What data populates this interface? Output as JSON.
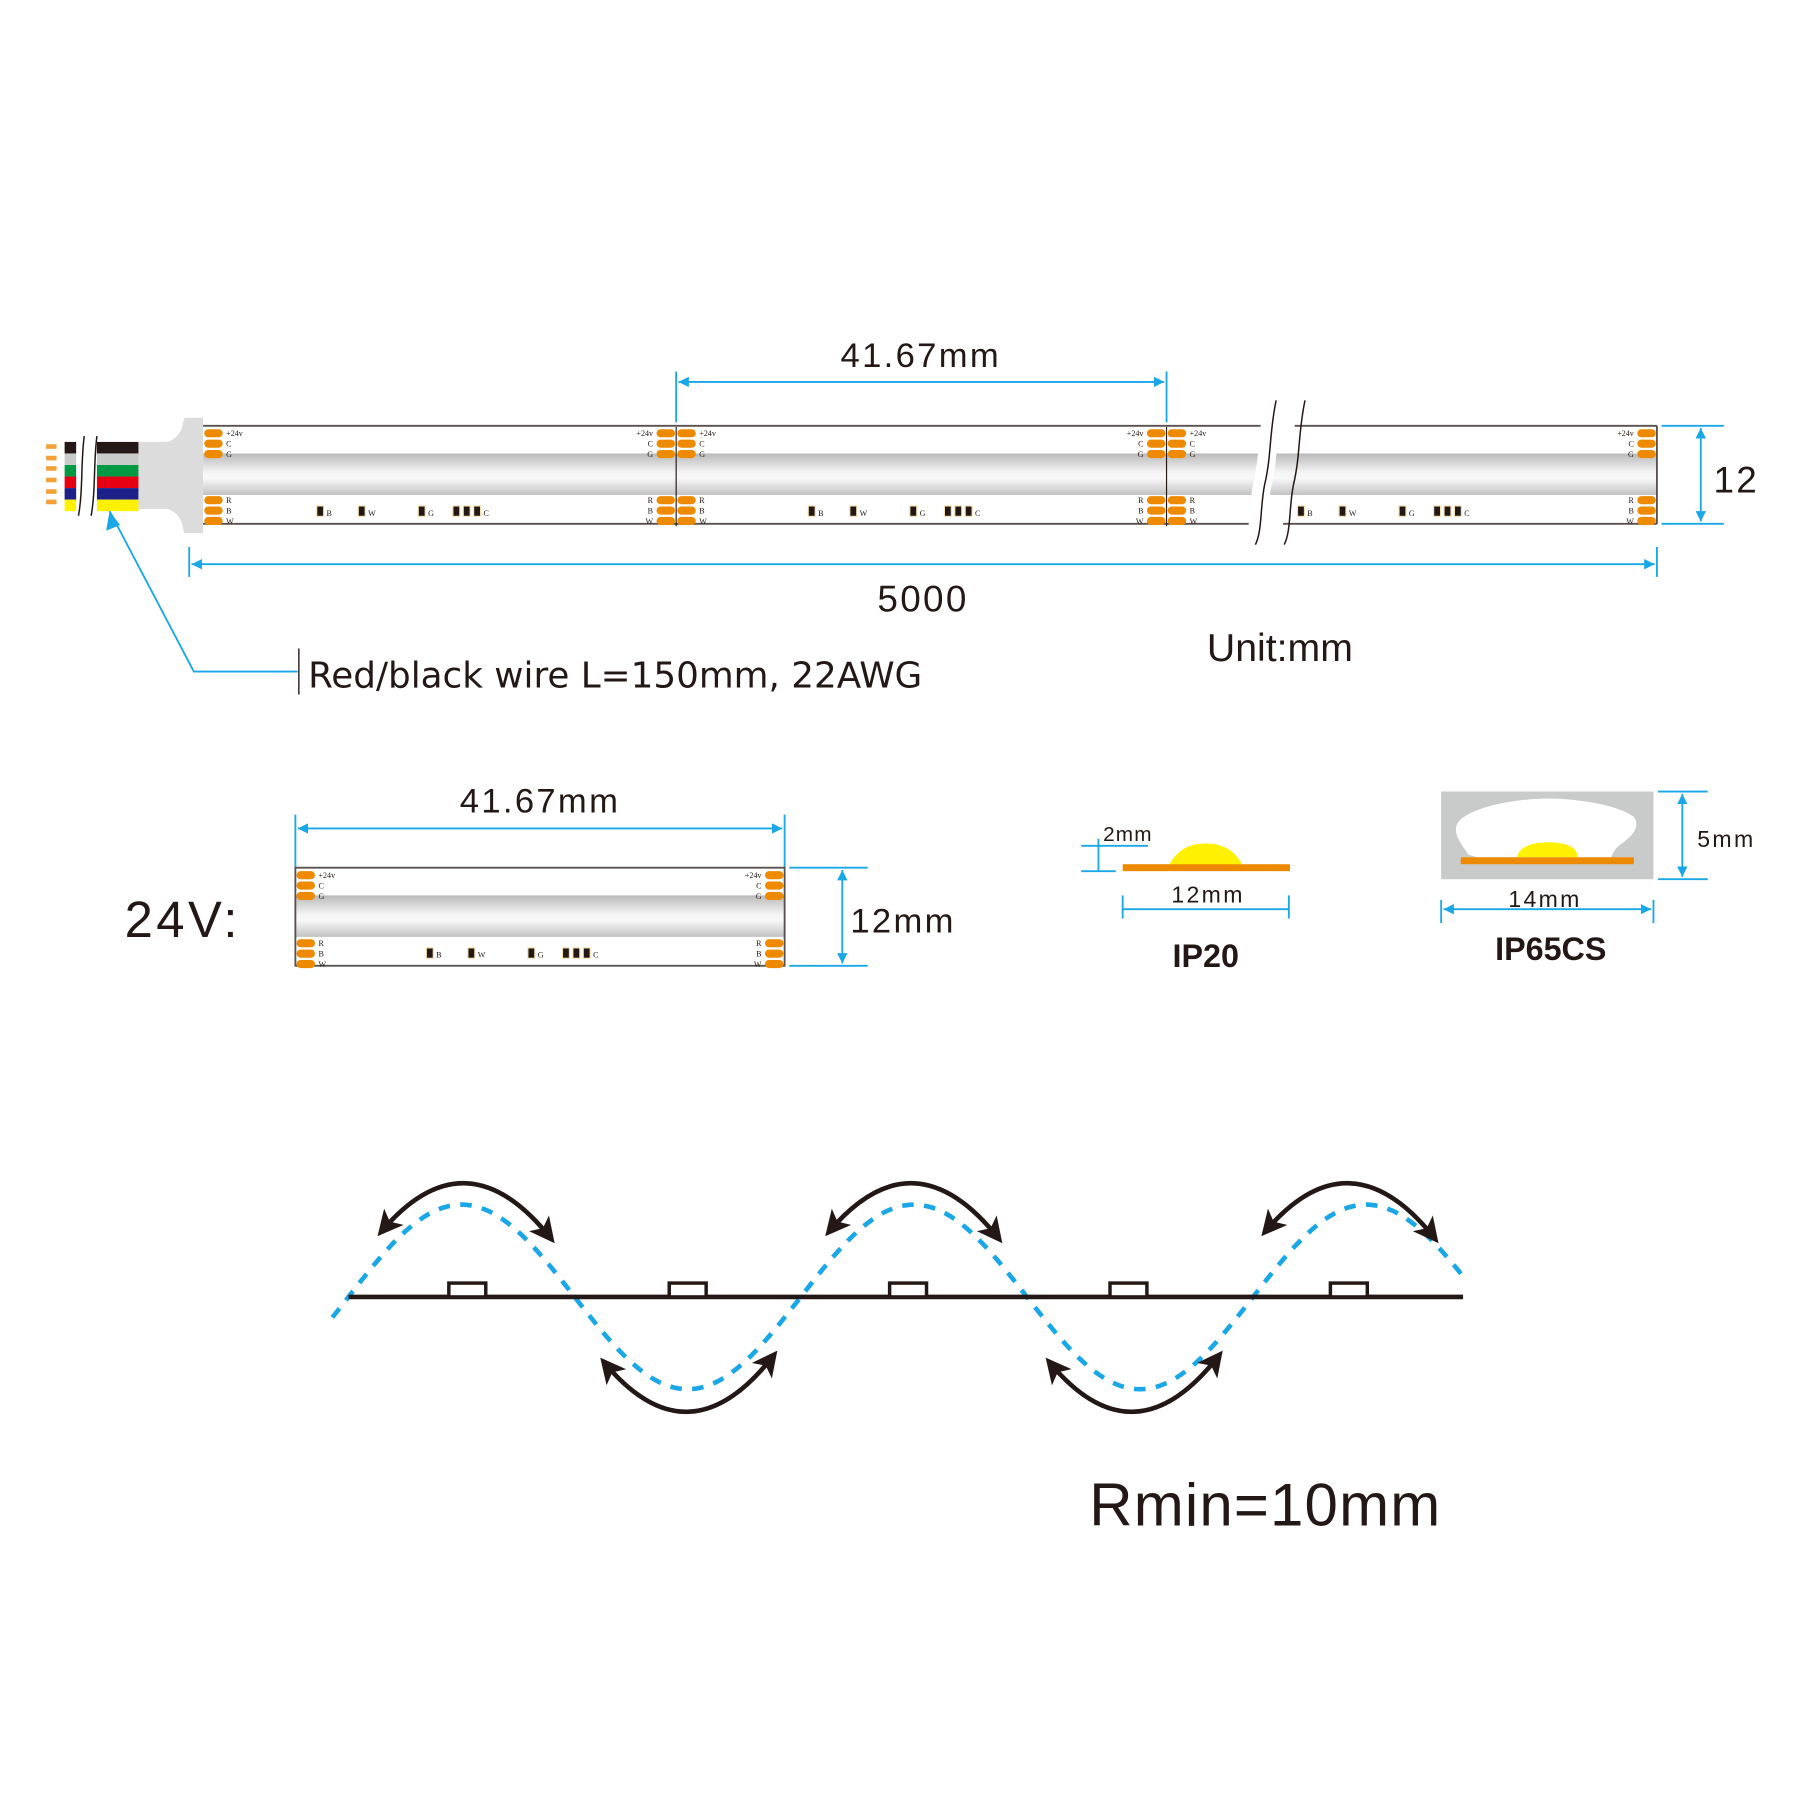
{
  "strip_overview": {
    "pitch_label": "41.67mm",
    "total_length_label": "5000",
    "width_label": "12",
    "unit_label": "Unit:mm",
    "wire_callout": "Red/black wire L=150mm, 22AWG",
    "wire_colors": [
      "#231815",
      "#c9caca",
      "#009944",
      "#e60012",
      "#1d2088",
      "#fff100"
    ],
    "pad_labels_top": [
      "+24v",
      "C",
      "G"
    ],
    "pad_labels_bottom": [
      "R",
      "B",
      "W"
    ],
    "led_labels": [
      "B",
      "W",
      "G",
      "C"
    ]
  },
  "segment_detail": {
    "voltage_label": "24V:",
    "pitch_label": "41.67mm",
    "width_label": "12mm"
  },
  "cross_sections": [
    {
      "name": "IP20",
      "height_label": "2mm",
      "width_label": "12mm"
    },
    {
      "name": "IP65CS",
      "height_label": "5mm",
      "width_label": "14mm"
    }
  ],
  "bending": {
    "label": "Rmin=10mm",
    "led_count": 5,
    "arrow_count": 5
  },
  "colors": {
    "dimension": "#1aa7e8",
    "pcb_orange": "#ee8a00",
    "phosphor_yellow": "#fff100",
    "silicone_gray": "#c9caca",
    "text": "#231815"
  }
}
